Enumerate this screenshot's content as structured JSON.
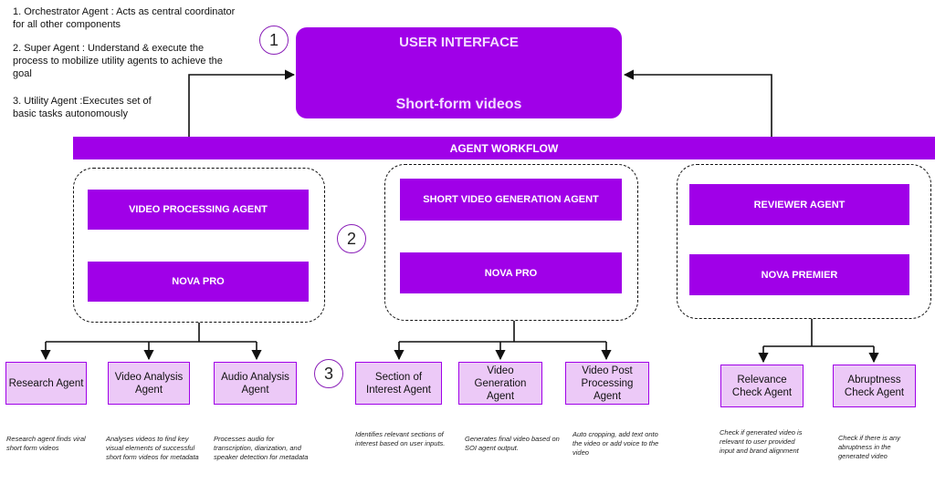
{
  "legend": {
    "items": [
      "1. Orchestrator Agent : Acts as central coordinator for all other components",
      "2. Super Agent : Understand & execute the process to mobilize utility agents to achieve the goal",
      "3. Utility Agent :Executes set of basic tasks autonomously"
    ]
  },
  "markers": {
    "one": "1",
    "two": "2",
    "three": "3"
  },
  "ui": {
    "title": "USER INTERFACE",
    "subtitle": "Short-form videos"
  },
  "workflow": {
    "label": "AGENT WORKFLOW"
  },
  "groups": [
    {
      "agent": "VIDEO PROCESSING AGENT",
      "model": "NOVA PRO"
    },
    {
      "agent": "SHORT VIDEO GENERATION AGENT",
      "model": "NOVA PRO"
    },
    {
      "agent": "REVIEWER AGENT",
      "model": "NOVA PREMIER"
    }
  ],
  "utility_agents": [
    {
      "label": "Research Agent",
      "note": "Research agent finds viral short form videos"
    },
    {
      "label": "Video Analysis Agent",
      "note": "Analyses videos to find key visual elements of successful short form videos for metadata"
    },
    {
      "label": "Audio Analysis Agent",
      "note": "Processes audio for transcription, diarization, and speaker detection for metadata"
    },
    {
      "label": "Section of Interest Agent",
      "note": "Identifies relevant sections of interest based on user inputs."
    },
    {
      "label": "Video Generation Agent",
      "note": "Generates final video based on SOI agent output."
    },
    {
      "label": "Video Post Processing Agent",
      "note": "Auto cropping, add text onto the video or add voice to the video"
    },
    {
      "label": "Relevance Check Agent",
      "note": "Check if generated video is relevant to user provided input and brand alignment"
    },
    {
      "label": "Abruptness Check Agent",
      "note": "Check if there is any abruptness in the generated video"
    }
  ],
  "colors": {
    "accent": "#a000e8",
    "light": "#ecc9f7"
  }
}
